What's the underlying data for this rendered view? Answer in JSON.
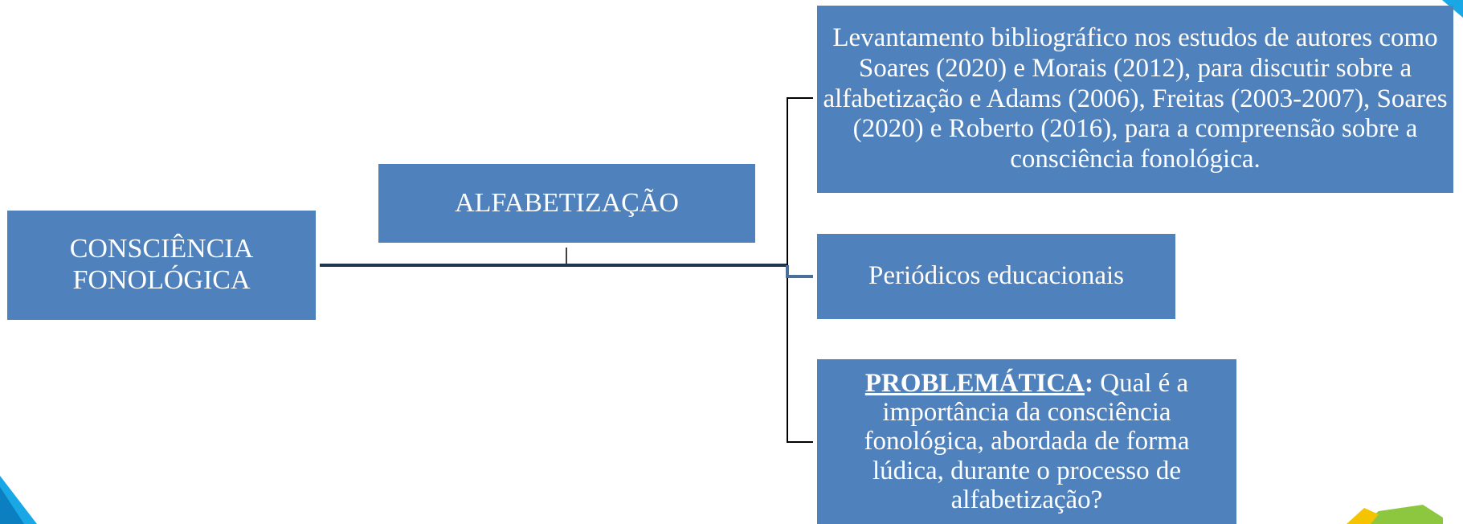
{
  "diagram": {
    "root": {
      "label": "CONSCIÊNCIA FONOLÓGICA"
    },
    "upper_node": {
      "label": "ALFABETIZAÇÃO"
    },
    "branches": [
      {
        "label": "Levantamento bibliográfico nos estudos de autores como Soares (2020) e Morais (2012), para discutir sobre a alfabetização e Adams (2006), Freitas (2003-2007), Soares (2020) e Roberto (2016), para a compreensão sobre a consciência fonológica."
      },
      {
        "label": "Periódicos educacionais"
      },
      {
        "label_strong": "PROBLEMÁTICA",
        "label_colon": ":",
        "label_rest": " Qual é a importância da consciência fonológica, abordada de forma lúdica, durante o processo de alfabetização?"
      }
    ]
  },
  "colors": {
    "box_fill": "#4f81bd",
    "box_text": "#ffffff",
    "connector": "#1f3550",
    "accent_blue": "#1aa7e6",
    "accent_green": "#8dc63f",
    "accent_yellow": "#f4c400"
  }
}
